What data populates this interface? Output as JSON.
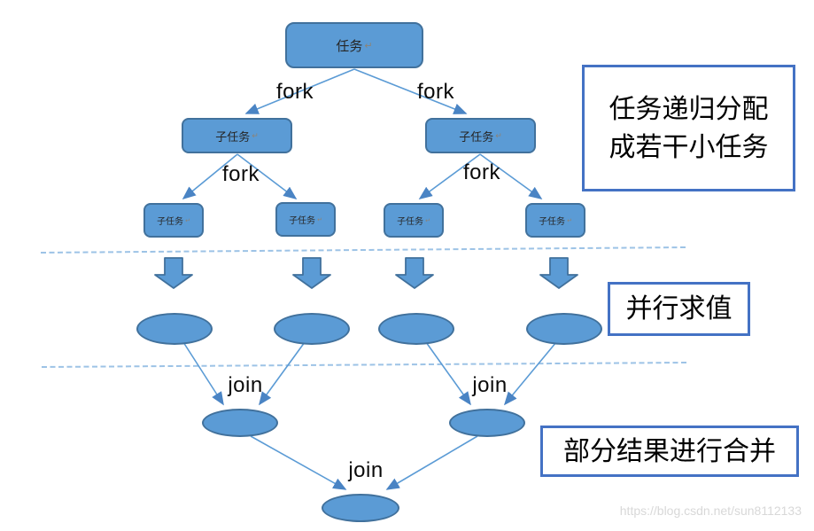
{
  "diagram": {
    "root": {
      "label": "任务",
      "mark": "↵"
    },
    "subtasks": [
      {
        "label": "子任务",
        "mark": "↵"
      },
      {
        "label": "子任务",
        "mark": "↵"
      }
    ],
    "leaves": [
      {
        "label": "子任务",
        "mark": "↵"
      },
      {
        "label": "子任务",
        "mark": "↵"
      },
      {
        "label": "子任务",
        "mark": "↵"
      },
      {
        "label": "子任务",
        "mark": "↵"
      }
    ],
    "fork_labels": [
      "fork",
      "fork",
      "fork",
      "fork"
    ],
    "join_labels": [
      "join",
      "join",
      "join"
    ],
    "annotations": {
      "split": {
        "line1": "任务递归分配",
        "line2": "成若干小任务"
      },
      "eval": {
        "text": "并行求值"
      },
      "merge": {
        "text": "部分结果进行合并"
      }
    },
    "watermark": "https://blog.csdn.net/sun8112133",
    "colors": {
      "node_fill": "#5B9BD5",
      "node_border": "#41719C",
      "connector": "#5B9BD5",
      "annotation_border": "#4472C4",
      "dashed_line": "#9DC3E6"
    }
  }
}
